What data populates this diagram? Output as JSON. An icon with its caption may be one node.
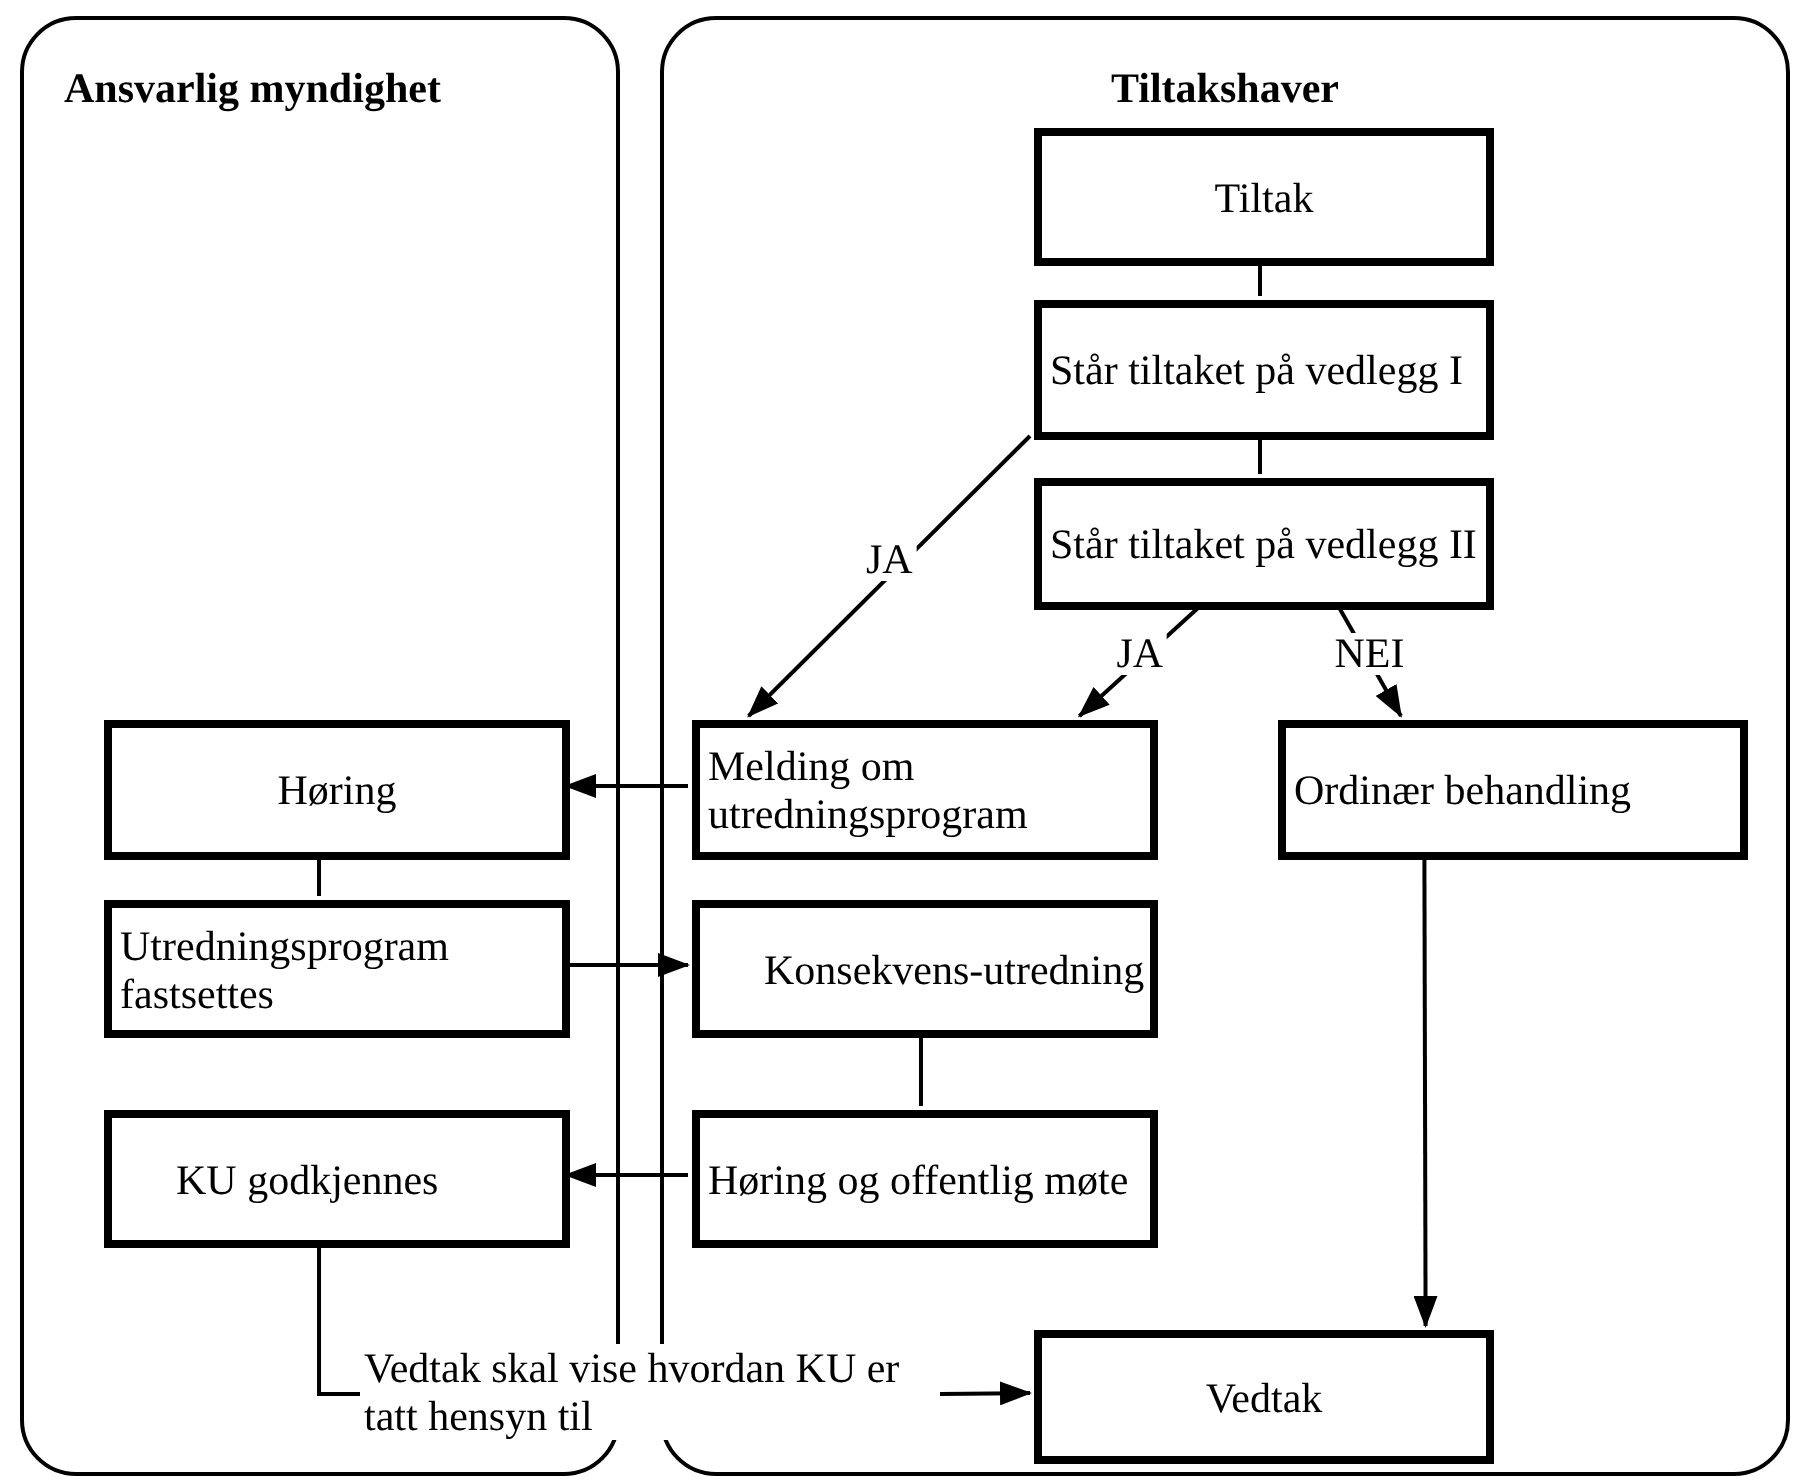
{
  "diagram": {
    "nodes": [
      {
        "text": [
          "Ansvarlig myndighet"
        ]
      },
      {
        "text": [
          "Tiltakshaver"
        ]
      },
      {
        "text": [
          "Tiltak"
        ],
        "in": 1
      },
      {
        "text": [
          "Står tiltaket på vedlegg I"
        ],
        "in": 1
      },
      {
        "text": [
          "Står tiltaket på vedlegg II"
        ],
        "in": 1
      },
      {
        "text": [
          "Melding om utredningsprogram"
        ],
        "in": 1
      },
      {
        "text": [
          "Ordinær behandling"
        ],
        "in": 1
      },
      {
        "text": [
          "Høring"
        ],
        "in": 0
      },
      {
        "text": [
          "Utredningsprogram fastsettes"
        ],
        "in": 0
      },
      {
        "text": [
          "Konsekvens-utredning"
        ],
        "in": 1
      },
      {
        "text": [
          "Høring og offentlig møte"
        ],
        "in": 1
      },
      {
        "text": [
          "KU godkjennes"
        ],
        "in": 0
      },
      {
        "text": [
          "Vedtak skal vise hvordan KU er tatt hensyn til"
        ]
      },
      {
        "text": [
          "Vedtak"
        ],
        "in": 1
      }
    ],
    "edges": [
      {
        "from": 2,
        "to": 3,
        "arrow": "none"
      },
      {
        "from": 3,
        "to": 4,
        "arrow": "none"
      },
      {
        "from": 3,
        "to": 5,
        "arrow": "to",
        "label": "JA"
      },
      {
        "from": 4,
        "to": 5,
        "arrow": "to",
        "label": "JA"
      },
      {
        "from": 4,
        "to": 6,
        "arrow": "to",
        "label": "NEI"
      },
      {
        "from": 5,
        "to": 7,
        "arrow": "to"
      },
      {
        "from": 7,
        "to": 8,
        "arrow": "none"
      },
      {
        "from": 8,
        "to": 9,
        "arrow": "to"
      },
      {
        "from": 9,
        "to": 10,
        "arrow": "none"
      },
      {
        "from": 10,
        "to": 11,
        "arrow": "to"
      },
      {
        "from": 11,
        "to": 12,
        "arrow": "none"
      },
      {
        "from": 12,
        "to": 13,
        "arrow": "to"
      },
      {
        "from": 6,
        "to": 13,
        "arrow": "to"
      }
    ]
  }
}
